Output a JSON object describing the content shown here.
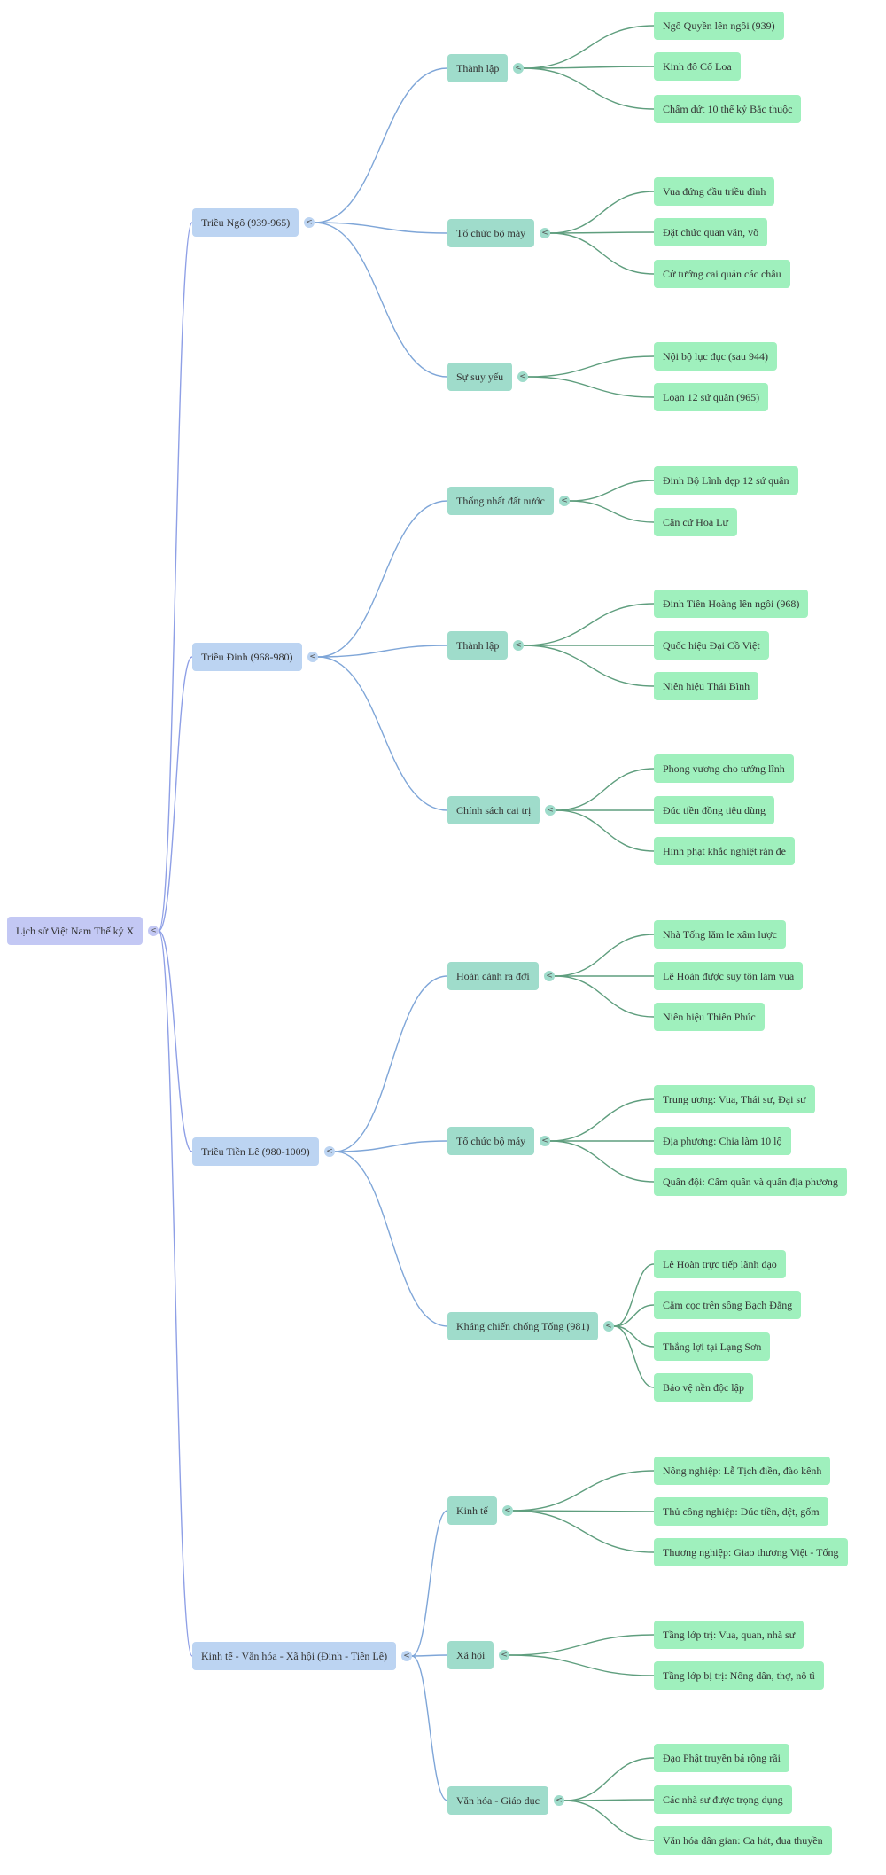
{
  "colors": {
    "root_fill": "#c3c8f4",
    "level1_fill": "#bcd4f2",
    "level2_fill": "#9fdccb",
    "level3_fill": "#9ff0bd",
    "link_root": "#8e9fe6",
    "link_level1": "#7fa6d8",
    "link_level2": "#5f9e7e"
  },
  "toggle_icon": "chevron-left-icon",
  "root": {
    "label": "Lịch sử Việt Nam Thế kỷ X",
    "children": [
      {
        "label": "Triều Ngô (939-965)",
        "children": [
          {
            "label": "Thành lập",
            "children": [
              {
                "label": "Ngô Quyền lên ngôi (939)"
              },
              {
                "label": "Kinh đô Cổ Loa"
              },
              {
                "label": "Chấm dứt 10 thế kỷ Bắc thuộc"
              }
            ]
          },
          {
            "label": "Tổ chức bộ máy",
            "children": [
              {
                "label": "Vua đứng đầu triều đình"
              },
              {
                "label": "Đặt chức quan văn, võ"
              },
              {
                "label": "Cử tướng cai quản các châu"
              }
            ]
          },
          {
            "label": "Sự suy yếu",
            "children": [
              {
                "label": "Nội bộ lục đục (sau 944)"
              },
              {
                "label": "Loạn 12 sứ quân (965)"
              }
            ]
          }
        ]
      },
      {
        "label": "Triều Đinh (968-980)",
        "children": [
          {
            "label": "Thống nhất đất nước",
            "children": [
              {
                "label": "Đinh Bộ Lĩnh dẹp 12 sứ quân"
              },
              {
                "label": "Căn cứ Hoa Lư"
              }
            ]
          },
          {
            "label": "Thành lập",
            "children": [
              {
                "label": "Đinh Tiên Hoàng lên ngôi (968)"
              },
              {
                "label": "Quốc hiệu Đại Cồ Việt"
              },
              {
                "label": "Niên hiệu Thái Bình"
              }
            ]
          },
          {
            "label": "Chính sách cai trị",
            "children": [
              {
                "label": "Phong vương cho tướng lĩnh"
              },
              {
                "label": "Đúc tiền đồng tiêu dùng"
              },
              {
                "label": "Hình phạt khắc nghiệt răn đe"
              }
            ]
          }
        ]
      },
      {
        "label": "Triều Tiền Lê (980-1009)",
        "children": [
          {
            "label": "Hoàn cảnh ra đời",
            "children": [
              {
                "label": "Nhà Tống lăm le xâm lược"
              },
              {
                "label": "Lê Hoàn được suy tôn làm vua"
              },
              {
                "label": "Niên hiệu Thiên Phúc"
              }
            ]
          },
          {
            "label": "Tổ chức bộ máy",
            "children": [
              {
                "label": "Trung ương: Vua, Thái sư, Đại sư"
              },
              {
                "label": "Địa phương: Chia làm 10 lộ"
              },
              {
                "label": "Quân đội: Cấm quân và quân địa phương"
              }
            ]
          },
          {
            "label": "Kháng chiến chống Tống (981)",
            "children": [
              {
                "label": "Lê Hoàn trực tiếp lãnh đạo"
              },
              {
                "label": "Cắm cọc trên sông Bạch Đằng"
              },
              {
                "label": "Thắng lợi tại Lạng Sơn"
              },
              {
                "label": "Bảo vệ nền độc lập"
              }
            ]
          }
        ]
      },
      {
        "label": "Kinh tế - Văn hóa - Xã hội (Đinh - Tiền Lê)",
        "children": [
          {
            "label": "Kinh tế",
            "children": [
              {
                "label": "Nông nghiệp: Lễ Tịch điền, đào kênh"
              },
              {
                "label": "Thủ công nghiệp: Đúc tiền, dệt, gốm"
              },
              {
                "label": "Thương nghiệp: Giao thương Việt - Tống"
              }
            ]
          },
          {
            "label": "Xã hội",
            "children": [
              {
                "label": "Tầng lớp trị: Vua, quan, nhà sư"
              },
              {
                "label": "Tầng lớp bị trị: Nông dân, thợ, nô tì"
              }
            ]
          },
          {
            "label": "Văn hóa - Giáo dục",
            "children": [
              {
                "label": "Đạo Phật truyền bá rộng rãi"
              },
              {
                "label": "Các nhà sư được trọng dụng"
              },
              {
                "label": "Văn hóa dân gian: Ca hát, đua thuyền"
              }
            ]
          }
        ]
      }
    ]
  }
}
